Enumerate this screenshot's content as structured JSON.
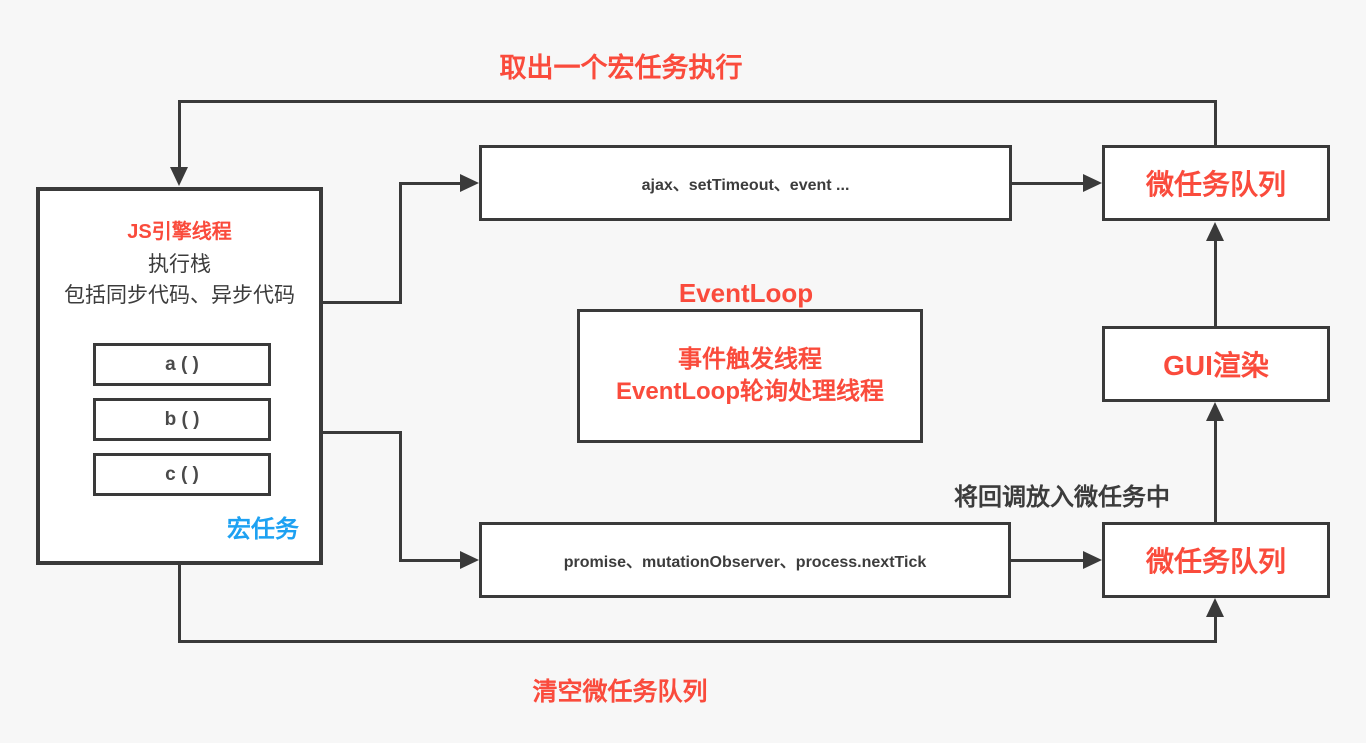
{
  "colors": {
    "background": "#f7f7f7",
    "line": "#3a3a3a",
    "red_accent": "#fa4b3c",
    "blue_accent": "#1da1f2",
    "dark_text": "#3c3c3c"
  },
  "labels": {
    "top_loop": "取出一个宏任务执行",
    "bottom_loop": "清空微任务队列",
    "callback_note": "将回调放入微任务中",
    "eventloop_title": "EventLoop"
  },
  "js_engine": {
    "title": "JS引擎线程",
    "line1": "执行栈",
    "line2": "包括同步代码、异步代码",
    "stack": [
      "a ( )",
      "b ( )",
      "c ( )"
    ],
    "macro_label": "宏任务"
  },
  "boxes": {
    "macro_sources": "ajax、setTimeout、event ...",
    "eventloop_line1": "事件触发线程",
    "eventloop_line2": "EventLoop轮询处理线程",
    "microtask_queue_top": "微任务队列",
    "gui_render": "GUI渲染",
    "micro_sources": "promise、mutationObserver、process.nextTick",
    "microtask_queue_bottom": "微任务队列"
  }
}
